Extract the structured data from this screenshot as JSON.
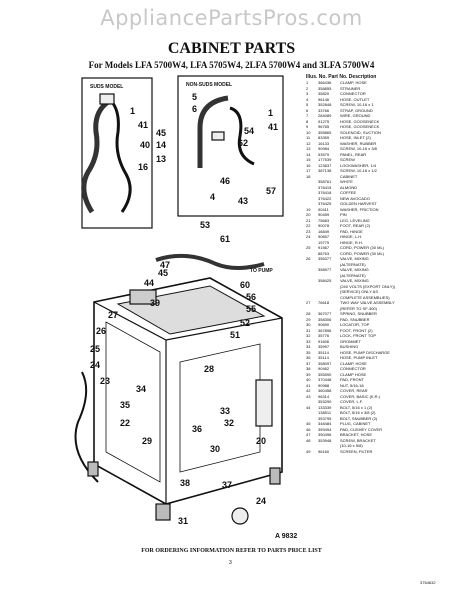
{
  "watermark": "AppliancePartsPros.com",
  "title": "CABINET PARTS",
  "models_line": "For Models LFA 5700W4, LFA 5705W4, 2LFA 5700W4 and 3LFA 5700W4",
  "diagram": {
    "label_suds": "SUDS MODEL",
    "label_nonsuds": "NON-SUDS MODEL",
    "to_pump": "TO PUMP",
    "figure_number": "A 9832",
    "callouts": [
      "1",
      "41",
      "40",
      "16",
      "5",
      "6",
      "1",
      "41",
      "45",
      "14",
      "13",
      "54",
      "62",
      "46",
      "4",
      "43",
      "53",
      "57",
      "61",
      "47",
      "45",
      "44",
      "39",
      "60",
      "56",
      "55",
      "52",
      "51",
      "27",
      "26",
      "25",
      "24",
      "23",
      "34",
      "35",
      "28",
      "22",
      "29",
      "36",
      "33",
      "32",
      "30",
      "20",
      "37",
      "31",
      "24",
      "38"
    ]
  },
  "part_list": {
    "header_key": "Illus. No.",
    "header_part": "Part No.",
    "header_desc": "Description",
    "rows": [
      [
        "1",
        "366436",
        "CLAMP, HOSE"
      ],
      [
        "2",
        "358855",
        "STRAINER"
      ],
      [
        "3",
        "35820",
        "CONNECTOR"
      ],
      [
        "4",
        "96146",
        "HOSE, OUTLET"
      ],
      [
        "5",
        "352848",
        "SCREW, 10-16 x 1"
      ],
      [
        "6",
        "33766",
        "STRAP, GROUND"
      ],
      [
        "7",
        "284089",
        "WIRE, GROUND"
      ],
      [
        "8",
        "91275",
        "HOSE, GOOSENECK"
      ],
      [
        "9",
        "96765",
        "HOSE, GOOSENECK"
      ],
      [
        "10",
        "355865",
        "SOLENOID, SUCTION"
      ],
      [
        "11",
        "83359",
        "HOSE, INLET (2)"
      ],
      [
        "12",
        "16133",
        "WASHER, RUBBER"
      ],
      [
        "13",
        "90984",
        "SCREW, 10-16 x 3/8"
      ],
      [
        "14",
        "53579",
        "PANEL, REAR"
      ],
      [
        "15",
        "177539",
        "SCREW"
      ],
      [
        "16",
        "123637",
        "LOCKWASHER, 1/4"
      ],
      [
        "17",
        "387138",
        "SCREW, 10-16 x 1/2"
      ],
      [
        "18",
        "",
        "CABINET"
      ],
      [
        "",
        "358761",
        "WHITE"
      ],
      [
        "",
        "376415",
        "ALMOND"
      ],
      [
        "",
        "376418",
        "COFFEE"
      ],
      [
        "",
        "376422",
        "NEW AVOCADO"
      ],
      [
        "",
        "376425",
        "GOLDEN HARVEST"
      ],
      [
        "19",
        "90411",
        "WASHER, FRICTION"
      ],
      [
        "20",
        "90459",
        "PIN"
      ],
      [
        "21",
        "75683",
        "LEG, LEVELING"
      ],
      [
        "22",
        "90078",
        "FOOT, REAR (2)"
      ],
      [
        "23",
        "16849",
        "PAD, HINGE"
      ],
      [
        "24",
        "90657",
        "HINGE, L.H."
      ],
      [
        "",
        "19775",
        "HINGE, R.H."
      ],
      [
        "25",
        "91567",
        "CORD, POWER (30 ML)"
      ],
      [
        "",
        "88763",
        "CORD, POWER (30 ML)"
      ],
      [
        "26",
        "356377",
        "VALVE, MIXING"
      ],
      [
        "",
        "",
        "(ALTERNATE)"
      ],
      [
        "",
        "358977",
        "VALVE, MIXING"
      ],
      [
        "",
        "",
        "(ALTERNATE)"
      ],
      [
        "",
        "358425",
        "VALVE, MIXING"
      ],
      [
        "",
        "",
        "(240 VOLTS (EXPORT ONLY))"
      ],
      [
        "",
        "",
        "(SERVICE) ONLY AS"
      ],
      [
        "",
        "",
        "COMPLETE ASSEMBLIES)"
      ],
      [
        "27",
        "76618",
        "TWO WAY VALVE ASSEMBLY"
      ],
      [
        "",
        "",
        "(REFER TO SF-300)"
      ],
      [
        "28",
        "367077",
        "SPRING, SNUBBER"
      ],
      [
        "29",
        "358306",
        "PAD, SNUBBER"
      ],
      [
        "30",
        "90690",
        "LOCATOR, TOP"
      ],
      [
        "31",
        "367896",
        "FOOT, FRONT (2)"
      ],
      [
        "32",
        "35776",
        "LOCK, FRONT TOP"
      ],
      [
        "33",
        "91606",
        "GROMMET"
      ],
      [
        "34",
        "35997",
        "BUSHING"
      ],
      [
        "35",
        "35114",
        "HOSE, PUMP DISCHARGE"
      ],
      [
        "36",
        "35114",
        "HOSE, PUMP INLET"
      ],
      [
        "37",
        "358097",
        "CLAMP, HOSE"
      ],
      [
        "38",
        "90462",
        "CONNECTOR"
      ],
      [
        "39",
        "355590",
        "CLAMP HOSE"
      ],
      [
        "40",
        "370448",
        "PAD, FRONT"
      ],
      [
        "41",
        "90988",
        "NUT, 5/16-18"
      ],
      [
        "42",
        "360458",
        "COVER, REAR"
      ],
      [
        "43",
        "96314",
        "COVER, BASIC (K.R.)"
      ],
      [
        "",
        "353290",
        "COVER, L.F."
      ],
      [
        "44",
        "133339",
        "BOLT, 5/16 x 1 (2)"
      ],
      [
        "",
        "138511",
        "BOLT, 5/16 x 3/8 (2)"
      ],
      [
        "",
        "353795",
        "BOLT, SNUBBER (2)"
      ],
      [
        "45",
        "348484",
        "PLUG, CABINET"
      ],
      [
        "46",
        "359494",
        "PAD, CUSHEY COVER"
      ],
      [
        "47",
        "350496",
        "BRACKET, HOSE"
      ],
      [
        "48",
        "353948",
        "SCREW, BRACKET"
      ],
      [
        "",
        "",
        "(10-16 x 5/8)"
      ],
      [
        "49",
        "96160",
        "SCREEN, FILTER"
      ]
    ]
  },
  "footer": "FOR ORDERING INFORMATION REFER TO PARTS PRICE LIST",
  "page_number": "3",
  "doc_number": "3764632"
}
